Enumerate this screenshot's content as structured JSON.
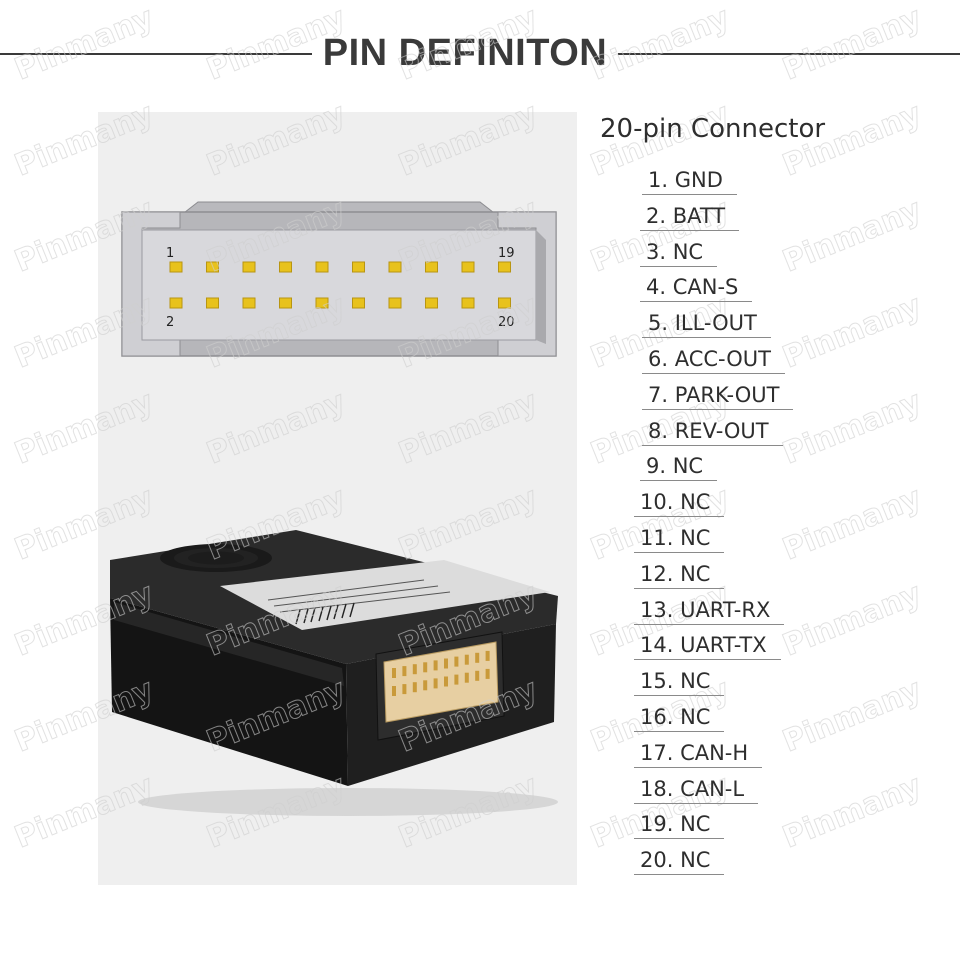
{
  "page_title": "PIN DEFINITON",
  "connector": {
    "heading": "20-pin Connector",
    "corner_labels": {
      "top_left": "1",
      "bottom_left": "2",
      "top_right": "19",
      "bottom_right": "20"
    }
  },
  "pins": [
    "1. GND",
    "2. BATT",
    "3. NC",
    "4. CAN-S",
    "5. ILL-OUT",
    "6. ACC-OUT",
    "7. PARK-OUT",
    "8. REV-OUT",
    "9. NC",
    "10. NC",
    "11.  NC",
    "12. NC",
    "13. UART-RX",
    "14. UART-TX",
    "15. NC",
    "16. NC",
    "17. CAN-H",
    "18. CAN-L",
    "19. NC",
    "20. NC"
  ],
  "watermark": "Pinmany",
  "colors": {
    "title": "#3a3a3a",
    "housing": "#c4c4c8",
    "pin_gold": "#e8c21c",
    "box_body": "#1f1f1f"
  }
}
